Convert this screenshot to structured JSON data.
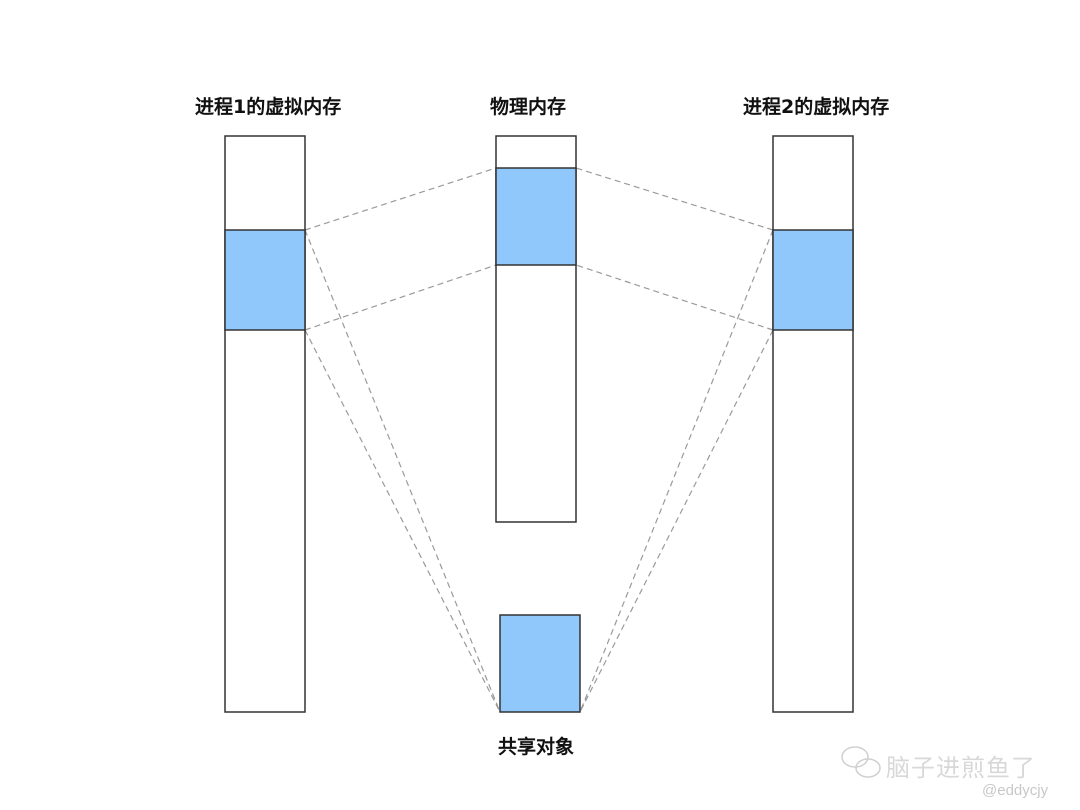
{
  "labels": {
    "process1": "进程1的虚拟内存",
    "physical": "物理内存",
    "process2": "进程2的虚拟内存",
    "shared": "共享对象"
  },
  "watermark": {
    "icon": "wechat-icon",
    "text": "脑子进煎鱼了",
    "handle": "@eddycjy"
  },
  "colors": {
    "highlight": "#90c8fc",
    "border": "#333333",
    "dash": "#9a9a9a"
  }
}
